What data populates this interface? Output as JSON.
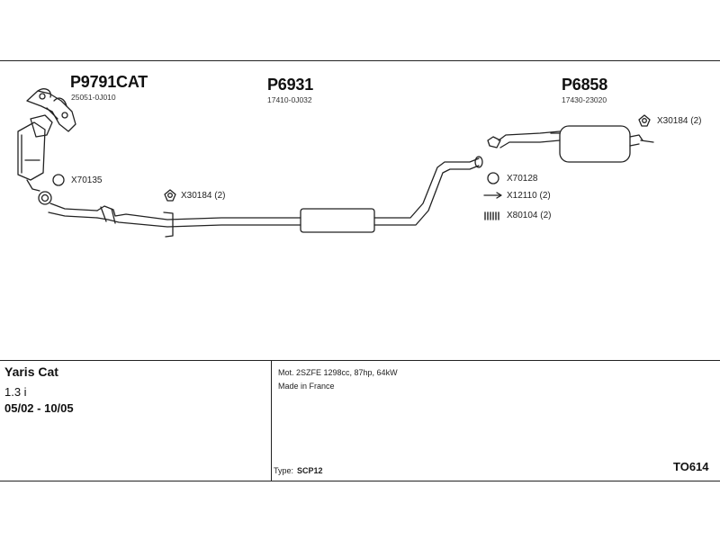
{
  "parts": {
    "front": {
      "code": "P9791CAT",
      "oe": "25051-0J010"
    },
    "middle": {
      "code": "P6931",
      "oe": "17410-0J032"
    },
    "rear": {
      "code": "P6858",
      "oe": "17430-23020"
    }
  },
  "accessories": {
    "ring_front": "X70135",
    "mount_front": "X30184 (2)",
    "mount_rear": "X30184 (2)",
    "ring_rear": "X70128",
    "bolt": "X12110 (2)",
    "spring": "X80104 (2)"
  },
  "vehicle": {
    "name": "Yaris Cat",
    "engine": "1.3 i",
    "years": "05/02 - 10/05"
  },
  "details": {
    "engine_info": "Mot. 2SZFE 1298cc, 87hp, 64kW",
    "made_in": "Made in France",
    "type_label": "Type:",
    "type_value": "SCP12",
    "set_code": "TO614"
  },
  "icons": {
    "ring": "gasket-ring-icon",
    "mount": "rubber-mount-icon",
    "bolt": "bolt-icon",
    "spring": "spring-icon"
  },
  "colors": {
    "line": "#222222",
    "fill": "#ffffff"
  }
}
